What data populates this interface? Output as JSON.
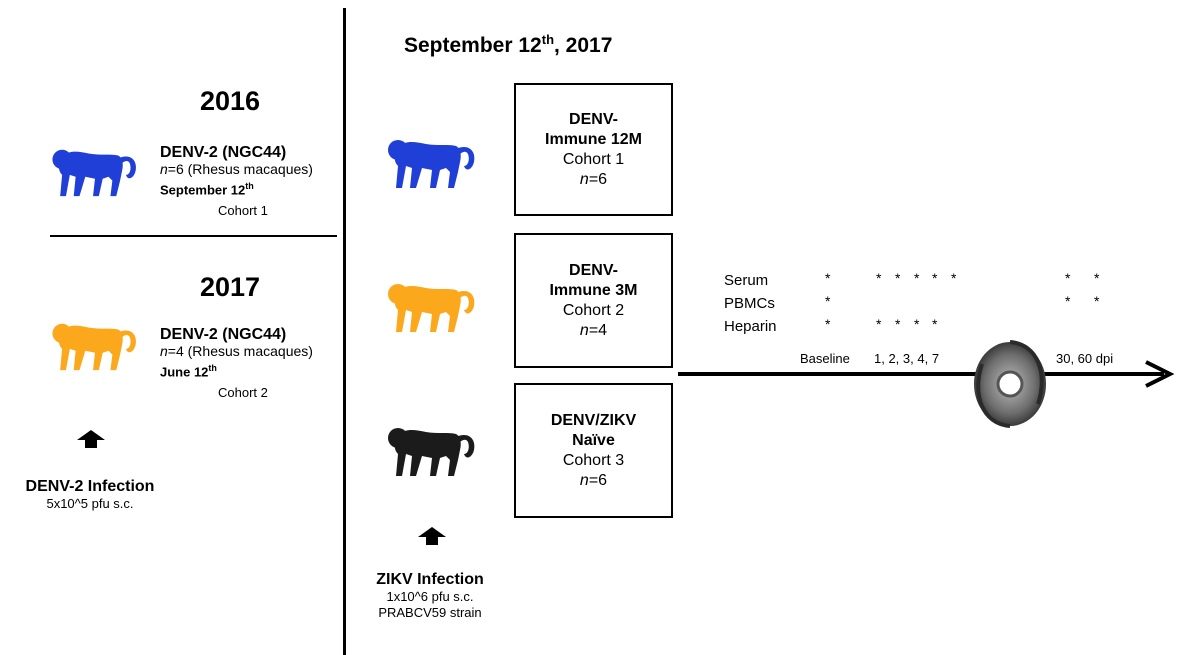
{
  "left": {
    "year1": "2016",
    "cohort1": {
      "strain": "DENV-2 (NGC44)",
      "n_italic": "n",
      "n_rest": "=6 (Rhesus macaques)",
      "date_main": "September 12",
      "date_sup": "th",
      "cohort": "Cohort 1"
    },
    "year2": "2017",
    "cohort2": {
      "strain": "DENV-2 (NGC44)",
      "n_italic": "n",
      "n_rest": "=4 (Rhesus macaques)",
      "date_main": "June 12",
      "date_sup": "th",
      "cohort": "Cohort 2"
    },
    "infection": {
      "title": "DENV-2 Infection",
      "dose": "5x10^5 pfu s.c."
    }
  },
  "right": {
    "header_main": "September 12",
    "header_sup": "th",
    "header_rest": ", 2017",
    "boxes": [
      {
        "line1": "DENV-",
        "line2": "Immune 12M",
        "cohort": "Cohort 1",
        "n_italic": "n",
        "n_rest": "=6"
      },
      {
        "line1": "DENV-",
        "line2": "Immune 3M",
        "cohort": "Cohort 2",
        "n_italic": "n",
        "n_rest": "=4"
      },
      {
        "line1": "DENV/ZIKV",
        "line2": "Naïve",
        "cohort": "Cohort 3",
        "n_italic": "n",
        "n_rest": "=6"
      }
    ],
    "infection": {
      "title": "ZIKV Infection",
      "dose": "1x10^6 pfu s.c.",
      "strain": "PRABCV59 strain"
    }
  },
  "timeline": {
    "rows": [
      "Serum",
      "PBMCs",
      "Heparin"
    ],
    "star": "*",
    "baseline": "Baseline",
    "days_early": "1, 2, 3, 4, 7",
    "days_late": "30, 60 dpi"
  },
  "colors": {
    "cohort1_monkey": "#1f3fd6",
    "cohort2_monkey": "#fba81d",
    "cohort3_monkey": "#1b1b1b"
  }
}
